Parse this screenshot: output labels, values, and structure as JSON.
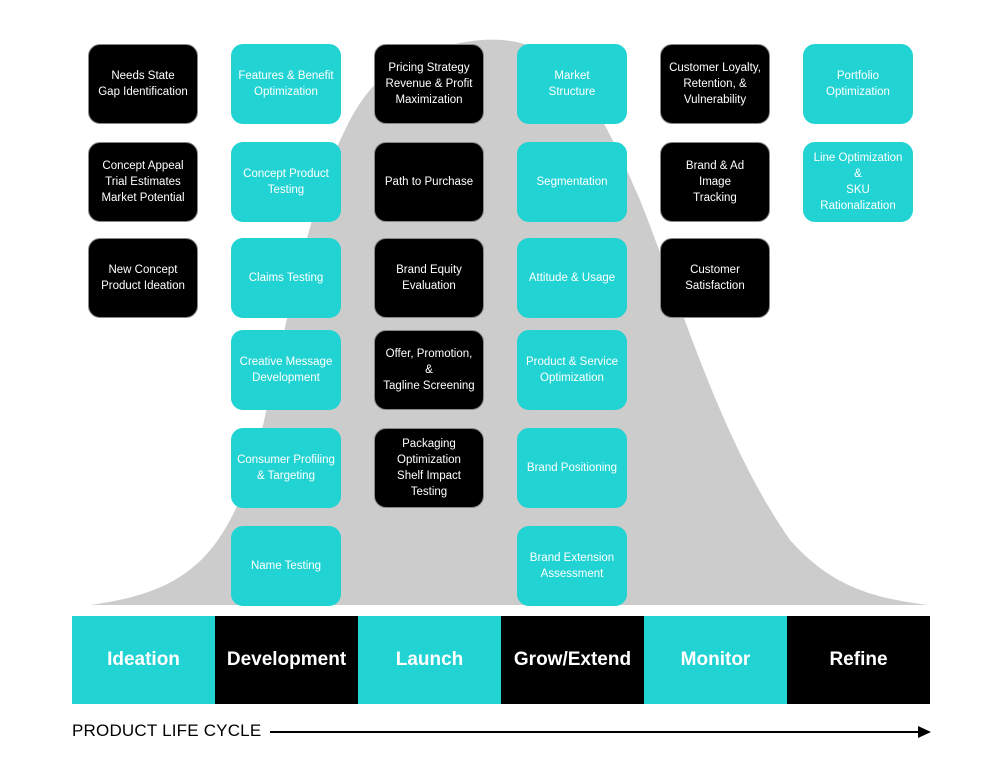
{
  "colors": {
    "teal": "#22d3d3",
    "black": "#000000",
    "curve": "#cccccc"
  },
  "columns": [
    {
      "items": [
        {
          "text": "Needs State\nGap Identification",
          "style": "black"
        },
        {
          "text": "Concept Appeal\nTrial Estimates\nMarket Potential",
          "style": "black"
        },
        {
          "text": "New Concept\nProduct Ideation",
          "style": "black"
        }
      ]
    },
    {
      "items": [
        {
          "text": "Features & Benefit\nOptimization",
          "style": "teal"
        },
        {
          "text": "Concept Product\nTesting",
          "style": "teal"
        },
        {
          "text": "Claims Testing",
          "style": "teal"
        },
        {
          "text": "Creative Message\nDevelopment",
          "style": "teal"
        },
        {
          "text": "Consumer Profiling\n& Targeting",
          "style": "teal"
        },
        {
          "text": "Name Testing",
          "style": "teal"
        }
      ]
    },
    {
      "items": [
        {
          "text": "Pricing Strategy\nRevenue & Profit\nMaximization",
          "style": "black"
        },
        {
          "text": "Path to Purchase",
          "style": "black"
        },
        {
          "text": "Brand Equity\nEvaluation",
          "style": "black"
        },
        {
          "text": "Offer, Promotion,\n&\nTagline Screening",
          "style": "black"
        },
        {
          "text": "Packaging\nOptimization\nShelf Impact\nTesting",
          "style": "black"
        }
      ]
    },
    {
      "items": [
        {
          "text": "Market\nStructure",
          "style": "teal"
        },
        {
          "text": "Segmentation",
          "style": "teal"
        },
        {
          "text": "Attitude & Usage",
          "style": "teal"
        },
        {
          "text": "Product & Service\nOptimization",
          "style": "teal"
        },
        {
          "text": "Brand Positioning",
          "style": "teal"
        },
        {
          "text": "Brand Extension\nAssessment",
          "style": "teal"
        }
      ]
    },
    {
      "items": [
        {
          "text": "Customer Loyalty,\nRetention, &\nVulnerability",
          "style": "black"
        },
        {
          "text": "Brand & Ad\nImage\nTracking",
          "style": "black"
        },
        {
          "text": "Customer\nSatisfaction",
          "style": "black"
        }
      ]
    },
    {
      "items": [
        {
          "text": "Portfolio\nOptimization",
          "style": "teal"
        },
        {
          "text": "Line Optimization\n&\nSKU Rationalization",
          "style": "teal"
        }
      ]
    }
  ],
  "stages": [
    {
      "label": "Ideation",
      "style": "teal"
    },
    {
      "label": "Development",
      "style": "black"
    },
    {
      "label": "Launch",
      "style": "teal"
    },
    {
      "label": "Grow/Extend",
      "style": "black"
    },
    {
      "label": "Monitor",
      "style": "teal"
    },
    {
      "label": "Refine",
      "style": "black"
    }
  ],
  "footer": {
    "label": "PRODUCT LIFE CYCLE"
  }
}
